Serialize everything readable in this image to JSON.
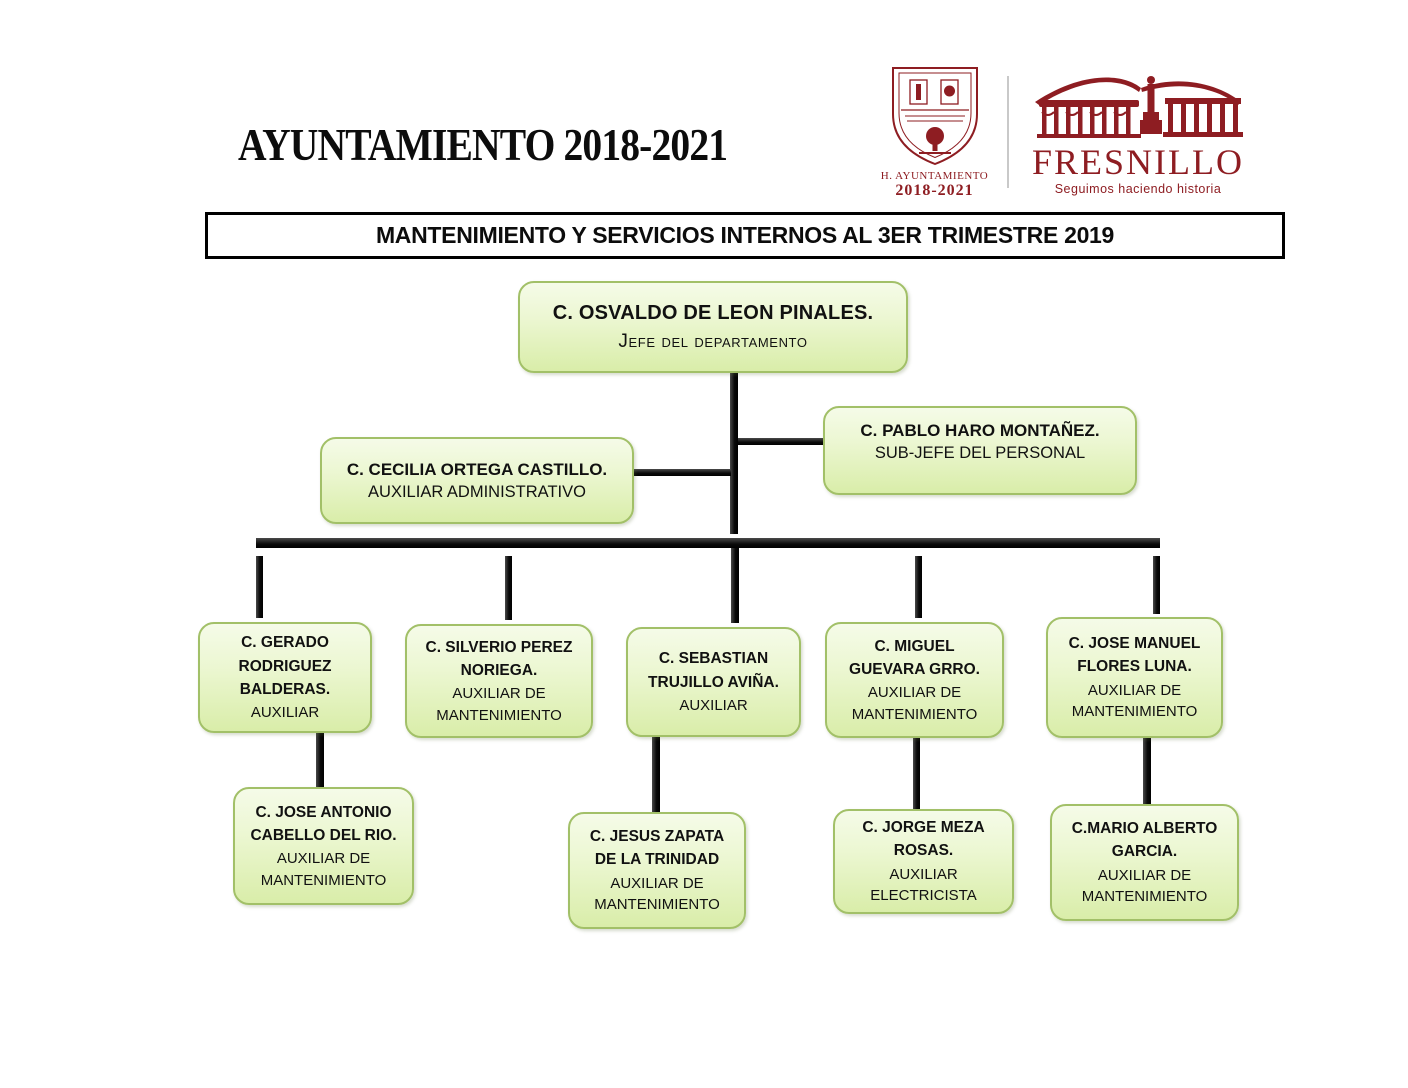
{
  "header": {
    "title": "AYUNTAMIENTO 2018-2021",
    "crest_caption_line1": "H. AYUNTAMIENTO",
    "crest_caption_line2": "2018-2021",
    "brand_name": "FRESNILLO",
    "brand_tagline": "Seguimos haciendo historia",
    "brand_color": "#8e1d22"
  },
  "banner": {
    "text": "MANTENIMIENTO Y SERVICIOS INTERNOS AL 3ER TRIMESTRE 2019"
  },
  "colors": {
    "box_border": "#a2c068",
    "box_fill_top": "#f5fbe8",
    "box_fill_bottom": "#d9eda9",
    "connector": "#151515"
  },
  "org": {
    "nodes": [
      {
        "name": "C. OSVALDO DE LEON PINALES.",
        "role": "Jefe del departamento"
      },
      {
        "name": "C. PABLO HARO MONTAÑEZ.",
        "role": "SUB-JEFE DEL PERSONAL"
      },
      {
        "name": "C. CECILIA ORTEGA CASTILLO.",
        "role": "AUXILIAR ADMINISTRATIVO"
      },
      {
        "name": "C. GERADO RODRIGUEZ BALDERAS.",
        "role": "AUXILIAR"
      },
      {
        "name": "C. SILVERIO PEREZ NORIEGA.",
        "role": "AUXILIAR DE MANTENIMIENTO"
      },
      {
        "name": "C. SEBASTIAN TRUJILLO AVIÑA.",
        "role": "AUXILIAR"
      },
      {
        "name": "C. MIGUEL GUEVARA GRRO.",
        "role": "AUXILIAR DE MANTENIMIENTO"
      },
      {
        "name": "C. JOSE MANUEL FLORES LUNA.",
        "role": "AUXILIAR DE MANTENIMIENTO"
      },
      {
        "name": "C. JOSE ANTONIO CABELLO DEL RIO.",
        "role": "AUXILIAR DE MANTENIMIENTO"
      },
      {
        "name": "C. JESUS ZAPATA DE LA TRINIDAD",
        "role": "AUXILIAR DE MANTENIMIENTO"
      },
      {
        "name": "C. JORGE MEZA ROSAS.",
        "role": "AUXILIAR ELECTRICISTA"
      },
      {
        "name": "C.MARIO ALBERTO GARCIA.",
        "role": "AUXILIAR DE MANTENIMIENTO"
      }
    ]
  }
}
